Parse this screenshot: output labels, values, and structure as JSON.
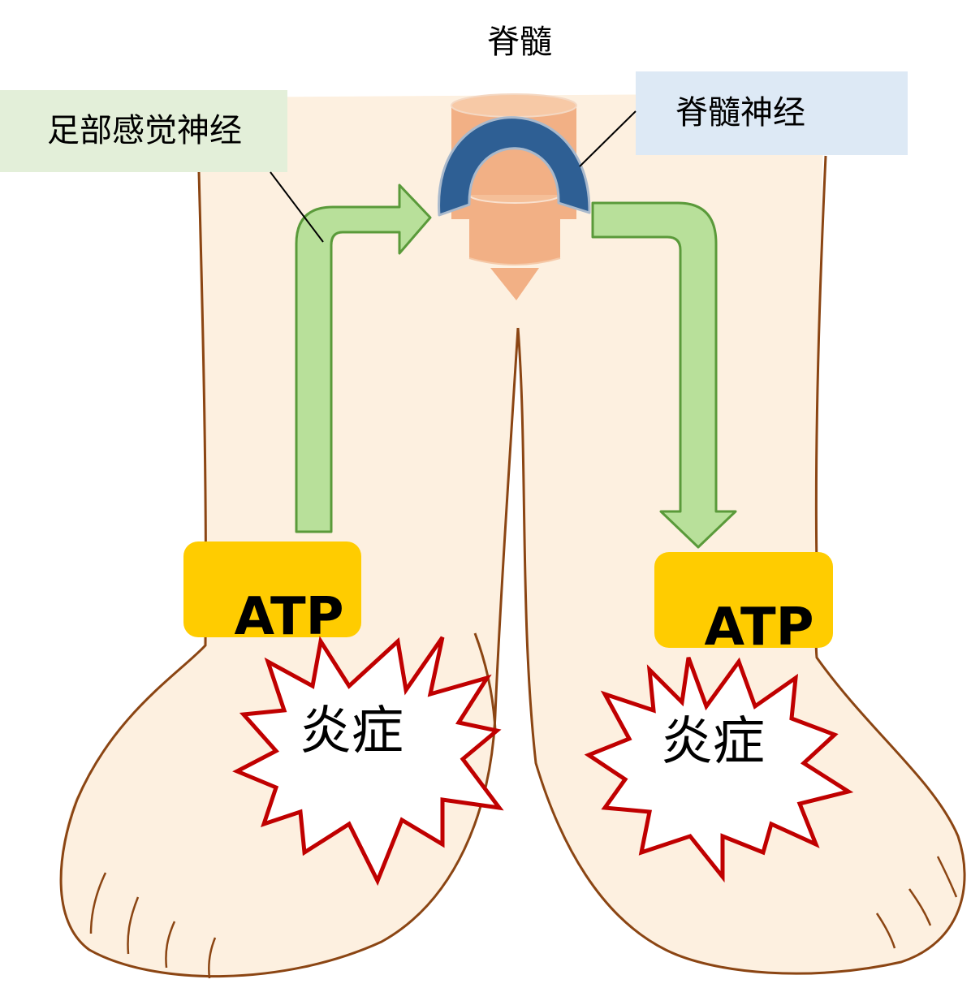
{
  "labels": {
    "spinal_cord": "脊髓",
    "foot_sensory_nerve": "足部感觉神经",
    "spinal_nerve": "脊髓神经"
  },
  "left_foot": {
    "atp": "ATP",
    "inflammation": "炎症"
  },
  "right_foot": {
    "atp": "ATP",
    "inflammation": "炎症"
  },
  "colors": {
    "skin": "#fdf0e0",
    "outline": "#8b4513",
    "arrow_fill": "#b8e09a",
    "arrow_stroke": "#5a9a3a",
    "cord": "#f2b085",
    "nerve_arc": "#2e5f94",
    "atp_box": "#ffcc00",
    "burst_stroke": "#c00000",
    "label_green_bg": "#e3efd9",
    "label_blue_bg": "#dde9f5"
  }
}
